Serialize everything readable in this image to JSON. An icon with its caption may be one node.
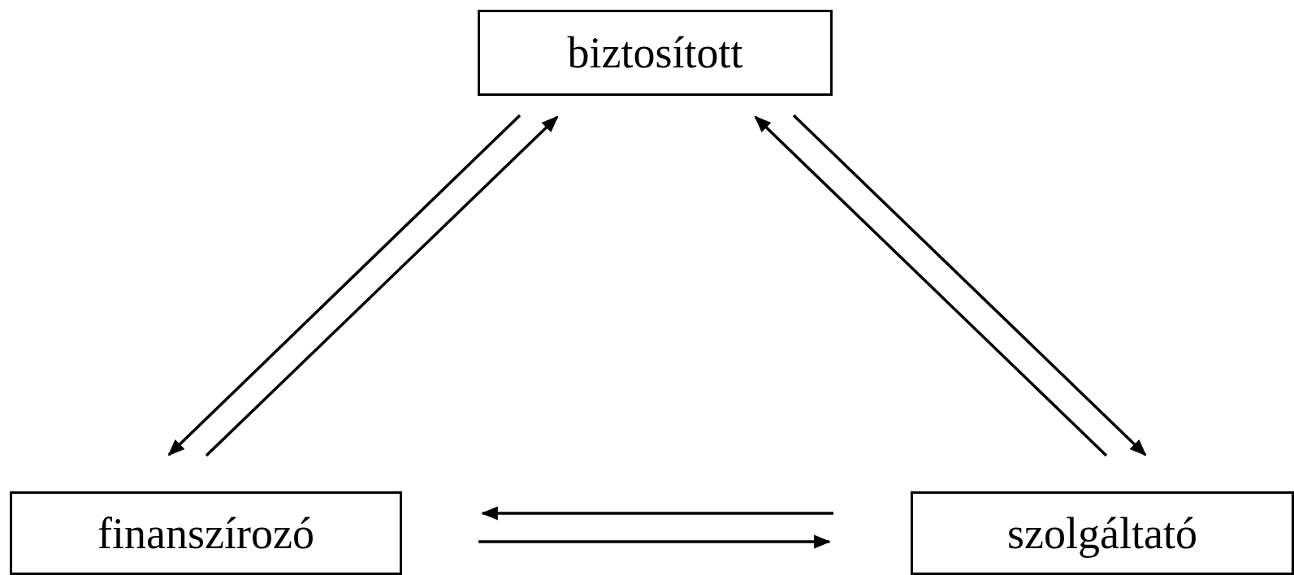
{
  "diagram": {
    "nodes": [
      {
        "text": [
          "biztosított"
        ]
      },
      {
        "text": [
          "finanszírozó"
        ]
      },
      {
        "text": [
          "szolgáltató"
        ]
      }
    ],
    "edges": [
      {
        "from": 0,
        "to": 1,
        "arrow": "to"
      },
      {
        "from": 1,
        "to": 0,
        "arrow": "to"
      },
      {
        "from": 0,
        "to": 2,
        "arrow": "to"
      },
      {
        "from": 2,
        "to": 0,
        "arrow": "to"
      },
      {
        "from": 2,
        "to": 1,
        "arrow": "to"
      },
      {
        "from": 1,
        "to": 2,
        "arrow": "to"
      }
    ]
  }
}
